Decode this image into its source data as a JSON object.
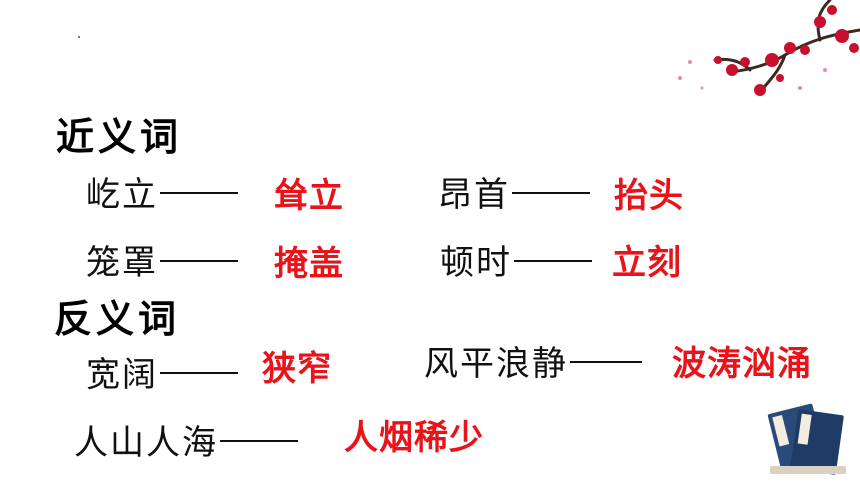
{
  "colors": {
    "answer": "#e8141a",
    "text": "#111111",
    "heading": "#000000",
    "blossom": "#c8102e",
    "book": "#2a4a7a"
  },
  "sections": {
    "synonyms": {
      "title": "近义词",
      "pairs": [
        {
          "word": "屹立",
          "answer": "耸立"
        },
        {
          "word": "昂首",
          "answer": "抬头"
        },
        {
          "word": "笼罩",
          "answer": "掩盖"
        },
        {
          "word": "顿时",
          "answer": "立刻"
        }
      ]
    },
    "antonyms": {
      "title": "反义词",
      "pairs": [
        {
          "word": "宽阔",
          "answer": "狭窄"
        },
        {
          "word": "风平浪静",
          "answer": "波涛汹涌"
        },
        {
          "word": "人山人海",
          "answer": "人烟稀少"
        }
      ]
    }
  },
  "decorations": {
    "top_right": "plum-blossom-branch-icon",
    "bottom_right": "book-stack-icon"
  }
}
